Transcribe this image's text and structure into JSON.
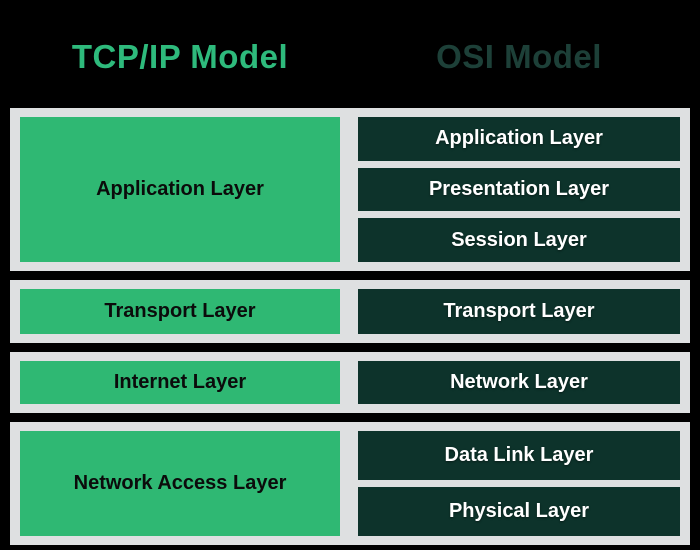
{
  "colors": {
    "background": "#000000",
    "container": "#dee0e1",
    "tcpip_box": "#2fb873",
    "osi_box": "#0d332b",
    "tcpip_title": "#2eba7c",
    "osi_title": "#1d4038",
    "tcpip_box_text": "#0b0b0b",
    "osi_box_text": "#ffffff"
  },
  "header": {
    "tcpip_title": "TCP/IP Model",
    "osi_title": "OSI Model"
  },
  "diagram": {
    "rows": [
      {
        "tcpip": "Application Layer",
        "osi": [
          "Application Layer",
          "Presentation Layer",
          "Session Layer"
        ]
      },
      {
        "tcpip": "Transport Layer",
        "osi": [
          "Transport Layer"
        ]
      },
      {
        "tcpip": "Internet Layer",
        "osi": [
          "Network Layer"
        ]
      },
      {
        "tcpip": "Network Access Layer",
        "osi": [
          "Data Link Layer",
          "Physical Layer"
        ]
      }
    ]
  }
}
